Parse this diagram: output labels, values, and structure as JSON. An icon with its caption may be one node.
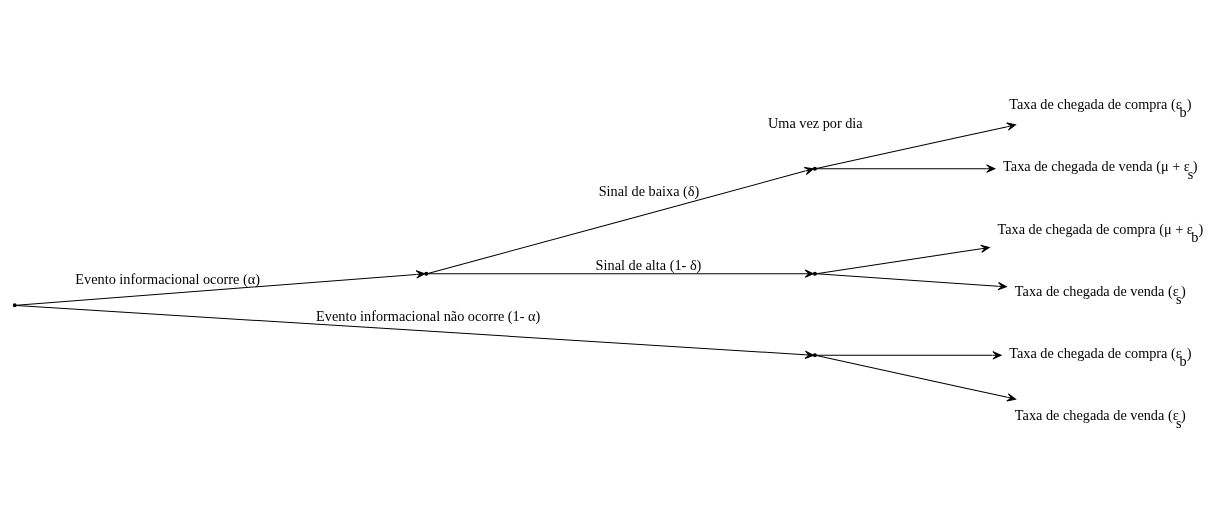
{
  "diagram": {
    "nodes": [
      {
        "text": [],
        "shape": "point"
      },
      {
        "text": [],
        "shape": "point"
      },
      {
        "text": [],
        "shape": "point"
      },
      {
        "text": [],
        "shape": "point"
      },
      {
        "text": [],
        "shape": "point"
      },
      {
        "text": [
          "Taxa de chegada de compra (ε$_{b}$)"
        ]
      },
      {
        "text": [
          "Taxa de chegada de venda (μ + ε$_{s}$)"
        ]
      },
      {
        "text": [
          "Taxa de chegada de compra (μ + ε$_{b}$)"
        ]
      },
      {
        "text": [
          "Taxa de chegada de venda (ε$_{s}$)"
        ]
      },
      {
        "text": [
          "Taxa de chegada de compra (ε$_{b}$)"
        ]
      },
      {
        "text": [
          "Taxa de chegada de venda (ε$_{s}$)"
        ]
      }
    ],
    "edges": [
      {
        "from": 0,
        "to": 1,
        "arrow": "to",
        "label": "Evento informacional ocorre (α)"
      },
      {
        "from": 0,
        "to": 4,
        "arrow": "to",
        "label": "Evento informacional não ocorre (1- α)"
      },
      {
        "from": 1,
        "to": 2,
        "arrow": "to",
        "label": "Sinal de baixa (δ)"
      },
      {
        "from": 1,
        "to": 3,
        "arrow": "to",
        "label": "Sinal de alta (1- δ)"
      },
      {
        "from": 2,
        "to": 5,
        "arrow": "to"
      },
      {
        "from": 2,
        "to": 6,
        "arrow": "to"
      },
      {
        "from": 3,
        "to": 7,
        "arrow": "to"
      },
      {
        "from": 3,
        "to": 8,
        "arrow": "to"
      },
      {
        "from": 4,
        "to": 9,
        "arrow": "to"
      },
      {
        "from": 4,
        "to": 10,
        "arrow": "to"
      }
    ],
    "labels": [
      "Uma vez por dia"
    ]
  }
}
